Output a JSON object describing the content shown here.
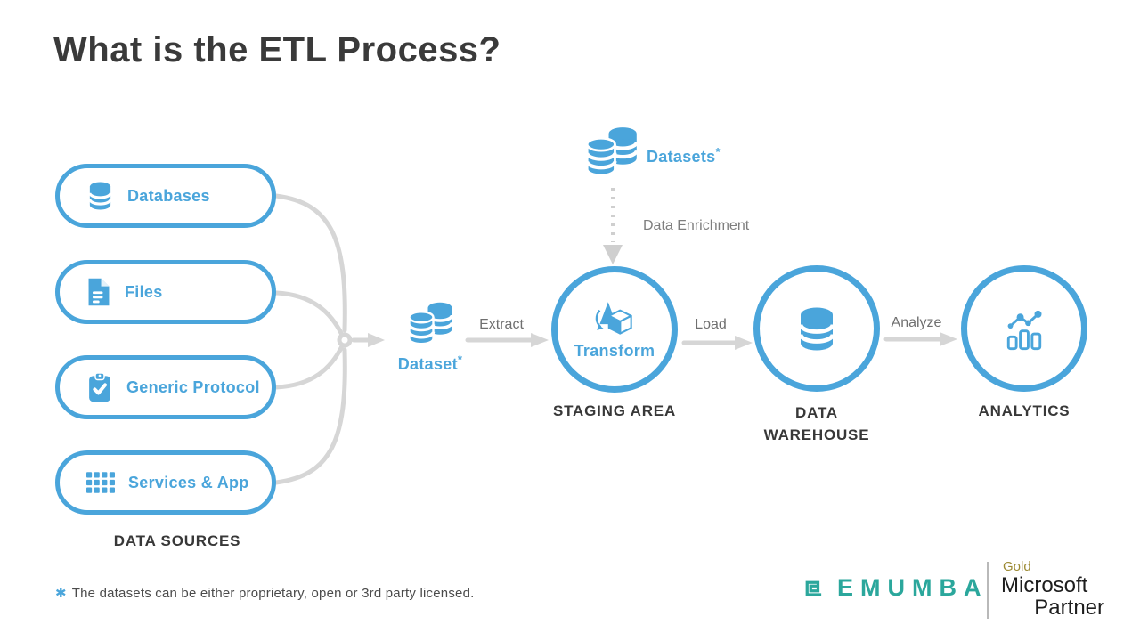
{
  "title": "What is the ETL Process?",
  "colors": {
    "blue": "#4aa5db",
    "line_gray": "#d6d6d6",
    "text_gray": "#6f6f6f",
    "dark": "#3a3a3a",
    "teal": "#2ba79c",
    "gold": "#9c8a33"
  },
  "data_sources": {
    "caption": "DATA SOURCES",
    "items": [
      {
        "label": "Databases",
        "icon": "database-icon"
      },
      {
        "label": "Files",
        "icon": "file-icon"
      },
      {
        "label": "Generic Protocol",
        "icon": "clipboard-check-icon"
      },
      {
        "label": "Services & App",
        "icon": "app-grid-icon"
      }
    ]
  },
  "dataset": {
    "label": "Dataset",
    "asterisk": "*"
  },
  "datasets_top": {
    "label": "Datasets",
    "asterisk": "*",
    "flow_label": "Data Enrichment"
  },
  "flow": {
    "extract": "Extract",
    "load": "Load",
    "analyze": "Analyze"
  },
  "stages": {
    "transform": {
      "label": "Transform",
      "caption": "STAGING AREA"
    },
    "warehouse": {
      "caption_line1": "DATA",
      "caption_line2": "WAREHOUSE"
    },
    "analytics": {
      "caption": "ANALYTICS"
    }
  },
  "footnote": {
    "asterisk": "✱",
    "text": "The datasets can be either proprietary, open or 3rd party licensed."
  },
  "branding": {
    "emumba": "EMUMBA",
    "partner_tier": "Gold",
    "partner_line1": "Microsoft",
    "partner_line2": "Partner"
  }
}
